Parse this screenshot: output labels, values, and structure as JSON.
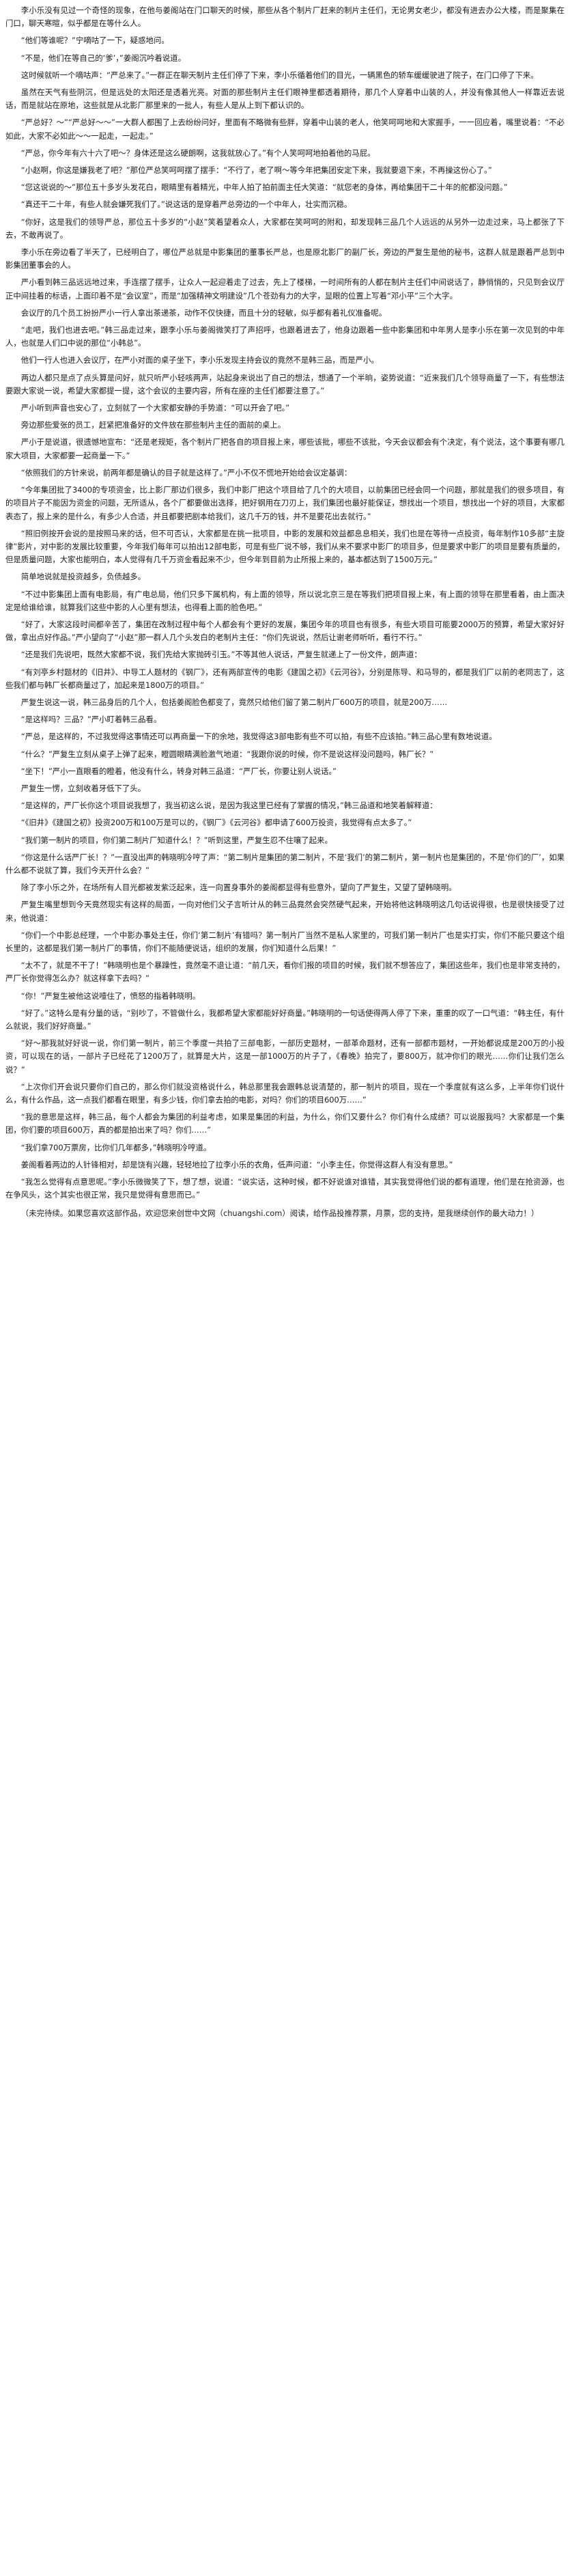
{
  "paragraphs": [
    "李小乐没有见过一个奇怪的现象，在他与姜阁站在门口聊天的时候，那些从各个制片厂赶来的制片主任们，无论男女老少，都没有进去办公大楼，而是聚集在门口，聊天寒暄，似乎都是在等什么人。",
    "“他们等谁呢？”宁嘀咕了一下，疑惑地问。",
    "“不是，他们在等自己的‘爹’，”姜阁沉吟着说道。",
    "这时候就听一个嘀咕声：“严总来了。”一群正在聊天制片主任们停了下来，李小乐循着他们的目光，一辆黑色的轿车缓缓驶进了院子，在门口停了下来。",
    "虽然在天气有些阴沉，但是远处的太阳还是透着光亮。对面的那些制片主任们眼神里都透着期待，那几个人穿着中山装的人，并没有像其他人一样靠近去说话，而是就站在原地，这些就是从北影厂那里来的一批人，有些人是从上到下都认识的。",
    "“严总好？～”“严总好～～”一大群人都围了上去纷纷问好，里面有不略微有些胖，穿着中山装的老人，他笑呵呵地和大家握手，一一回应着，嘴里说着：“不必如此，大家不必如此～～一起走，一起走。”",
    "“严总，你今年有六十六了吧～？身体还是这么硬朗啊，这我就放心了。”有个人笑呵呵地拍着他的马屁。",
    "“小赵啊，你这是嫌我老了吧？”那位严总笑呵呵摆了摆手：“不行了，老了啊～等今年把集团安定下来，我就要退下来，不再操这份心了。”",
    "“您这说说的～”那位五十多岁头发花白，眼睛里有着精光，中年人拍了拍前面主任大笑道：“就您老的身体，再给集团干二十年的舵都没问题。”",
    "“真还干二十年，有些人就会嫌死我们了。”说这话的是穿着严总旁边的一个中年人，壮实而沉稳。",
    "“你好，这是我们的领导严总，那位五十多岁的“小赵”笑着望着众人，大家都在笑呵呵的附和，却发现韩三品几个人远远的从另外一边走过来，马上都张了下去，不敢再说了。",
    "李小乐在旁边看了半天了，已经明白了，哪位严总就是中影集团的董事长严总，也是原北影厂的副厂长，旁边的严复生是他的秘书，这群人就是跟着严总到中影集团董事会的人。",
    "严小看到韩三品远远地过来，手连摆了摆手，让众人一起迎着走了过去，先上了楼梯，一时间所有的人都在制片主任们中间说话了，静悄悄的，只见到会议厅正中间挂着的标语，上面印着不是“会议室”，而是“加强精神文明建设”几个苍劲有力的大字，显眼的位置上写着“邓小平”三个大字。",
    "会议厅的几个员工扮扮严小一行人拿出茶递茶，动作不仅快捷，而且十分的轻敏，似乎都有着礼仪准备呢。",
    "“走吧，我们也进去吧。”韩三品走过来，跟李小乐与姜阁微笑打了声招呼，也跟着进去了，他身边跟着一些中影集团和中年男人是李小乐在第一次见到的中年人，也就是人们口中说的那位“小韩总”。",
    "他们一行人也进入会议厅，在严小对面的桌子坐下，李小乐发现主持会议的竟然不是韩三品，而是严小。",
    "两边人都只是点了点头算是问好，就只听严小轻咳两声，站起身来说出了自己的想法，想通了一个半晌，姿势说道：“近来我们几个领导商量了一下，有些想法要跟大家说一说，希望大家都提一提，这个会议的主要内容，所有在座的主任们都要注意了。”",
    "严小听到声音也安心了，立刻就了一个大家都安静的手势道：“可以开会了吧。”",
    "旁边那些爱张的员工，赶紧把准备好的文件放在那些制片主任的面前的桌上。",
    "严小于是说道，很遗憾地宣布：“还是老规矩，各个制片厂把各自的项目报上来，哪些该批，哪些不该批，今天会议都会有个决定，有个说法，这个事要有哪几家大项目，大家都要一起商量一下。”",
    "“依照我们的方针来说，前两年都是确认的目子就是这样了。”严小不仅不慌地开始给会议定基调：",
    "“今年集团批了3400的专项资金，比上影厂那边们很多，我们中影厂把这个项目给了几个的大项目，以前集团已经会同一个问题，那就是我们的很多项目，有的项目片子不能因为资金的问题，无所适从，各个厂都要做出选择，把好钢用在刀刃上，我们集团也最好能保证，想找出一个项目，想找出一个好的项目，大家都表态了，报上来的是什么，有多少人合适，并且都要把剧本给我们，这几千万的钱，并不是要花出去就行。”",
    "“照旧例按开会说的是按照马来的话，但不可否认，大家都是在挑一批项目，中影的发展和效益都息息相关，我们也是在等待一点投资，每年制作10多部“主旋律”影片，对中影的发展比较重要，今年我们每年可以拍出12部电影，可是有些厂说不够，我们从来不要求中影厂的项目多，但是要求中影厂的项目是要有质量的，但是质量问题，大家也能明白，本人觉得有几千万资金看起来不少，但今年到目前为止所报上来的，基本都达到了1500万元。”",
    "简单地说就是投资越多，负债越多。",
    "“不过中影集团上面有电影局，有广电总局，他们只多下属机构，有上面的领导，所以说北京三是在等我们把项目报上来，有上面的领导在那里看着，由上面决定是给谁给谁，就算我们这些中影的人心里有想法，也得看上面的脸色吧。”",
    "“好了，大家这段时间都辛苦了，集团在改制过程中每个人都会有个更好的发展，集团今年的项目也有很多，有些大项目可能要2000万的预算，希望大家好好做，拿出点好作品。”严小望向了“小赵”那一群人几个头发白的老制片主任：“你们先说说，然后让谢老师听听，看行不行。”",
    "“还是我们先说吧，既然大家都不说，我们先给大家抛砖引玉。”不等其他人说话，严复生就递上了一份文件，朗声道：",
    "“有刘亭乡村题材的《旧井》、中导工人题材的《钢厂》，还有两部宣传的电影《建国之初》《云河谷》，分别是陈导、和马导的，都是我们厂以前的老同志了，这些我们都与韩厂长都商量过了，加起来是1800万的项目。”",
    "严复生说这一说，韩三品身后的几个人，包括姜阁脸色都变了，竟然只给他们留了第二制片厂600万的项目，就是200万……",
    "“是这样吗？三品？”严小盯着韩三品看。",
    "“严总，是这样的，不过我觉得这事情还可以再商量一下的余地，我觉得这3部电影有些不可以拍，有些不应该拍。”韩三品心里有数地说道。",
    "“什么？”严复生立刻从桌子上弹了起来，瞪圆眼睛满脸激气地道：“我跟你说的时候，你不是说这样没问题吗，韩厂长？”",
    "“坐下！”严小一直眼看的瞪着，他没有什么，转身对韩三品道：“严厂长，你要让别人说话。”",
    "严复生一愣，立刻收着牙低下了头。",
    "“是这样的，严厂长你这个项目说我想了，我当初这么说，是因为我这里已经有了掌握的情况，”韩三品道和地笑着解释道：",
    "“《旧井》《建国之初》投资200万和100万是可以的，《钢厂》《云河谷》都申请了600万投资，我觉得有点太多了。”",
    "“我们第一制片的项目，你们第二制片厂知道什么！？”听到这里，严复生忍不住嚷了起来。",
    "“你这是什么话严厂长！？”一直没出声的韩晓明冷哼了声：“第二制片是集团的第二制片，不是‘我们’的第二制片，第一制片也是集团的，不是‘你们的厂’，如果什么都不说就了算，我们今天开什么会？”",
    "除了李小乐之外，在场所有人目光都被发紫泛起来，连一向置身事外的姜阁都显得有些意外，望向了严复生，又望了望韩晓明。",
    "严复生嘴里想到今天竟然现实有这样的局面，一向对他们父子言听计从的韩三品竟然会突然硬气起来，开始将他这韩晓明这几句话说得很，也是很快接受了过来，他说道：",
    "“你们一个中影总经理，一个中影办事处主任，你们‘第二制片’有错吗？第一制片厂当然不是私人家里的，可我们第一制片厂也是实打实，你们不能只要这个组长里的，这都是我们第一制片厂的事情，你们不能随便说话，组织的发展，你们知道什么后果！”",
    "“太不了，就是不干了！”韩晓明也是个暴躁性，竟然毫不退让道：“前几天，看你们报的项目的时候，我们就不想答应了，集团这些年，我们也是非常支持的，严厂长你觉得怎么办？就这样拿下去吗？”",
    "“你！”严复生被他这说噎住了，愤怒的指着韩晓明。",
    "“好了。”这特么是有分量的话，“别吵了，不管做什么，我都希望大家都能好好商量。”韩晓明的一句话使得两人停了下来，重重的叹了一口气道：“韩主任，有什么就说，我们好好商量。”",
    "“好～那我就好好说一说，你们第一制片，前三个季度一共拍了三部电影，一部历史题材，一部革命题材，还有一部都市题材，一开始都说成是200万的小投资，可以现在的话，一部片子已经花了1200万了，就算是大片，这是一部1000万的片子了，《春晚》拍完了，要800万，就冲你们的眼光……你们让我们怎么说？”",
    "“上次你们开会说只要你们自己的，那么你们就没资格说什么，韩总那里我会跟韩总说清楚的，那一制片的项目，现在一个季度就有这么多，上半年你们说什么，有什么作品，这一点我们都看在眼里，有多少钱，你们拿去拍的电影，对吗？你们的项目600万……”",
    "“我的意思是这样，韩三品，每个人都会为集团的利益考虑，如果是集团的利益，为什么，你们又要什么？你们有什么成绩？可以说服我吗？大家都是一个集团，你们要的项目600万，真的都是拍出来了吗？你们……”",
    "“我们拿700万票房，比你们几年都多，”韩晓明冷哼道。",
    "姜阁看着两边的人针锋相对，却是饶有兴趣，轻轻地拉了拉李小乐的衣角，低声问道：“小李主任，你觉得这群人有没有意思。”",
    "“我怎么觉得有点意思呢。”李小乐微微笑了下，想了想，说道：“说实话，这种时候，都不好说谁对谁错，其实我觉得他们说的都有道理，他们是在抢资源，也在争风头，这个其实也很正常，我只是觉得有意思而已。”"
  ],
  "footer": "（未完待续。如果您喜欢这部作品，欢迎您来创世中文网（chuangshi.com）阅读，给作品投推荐票，月票，您的支持，是我继续创作的最大动力！）"
}
